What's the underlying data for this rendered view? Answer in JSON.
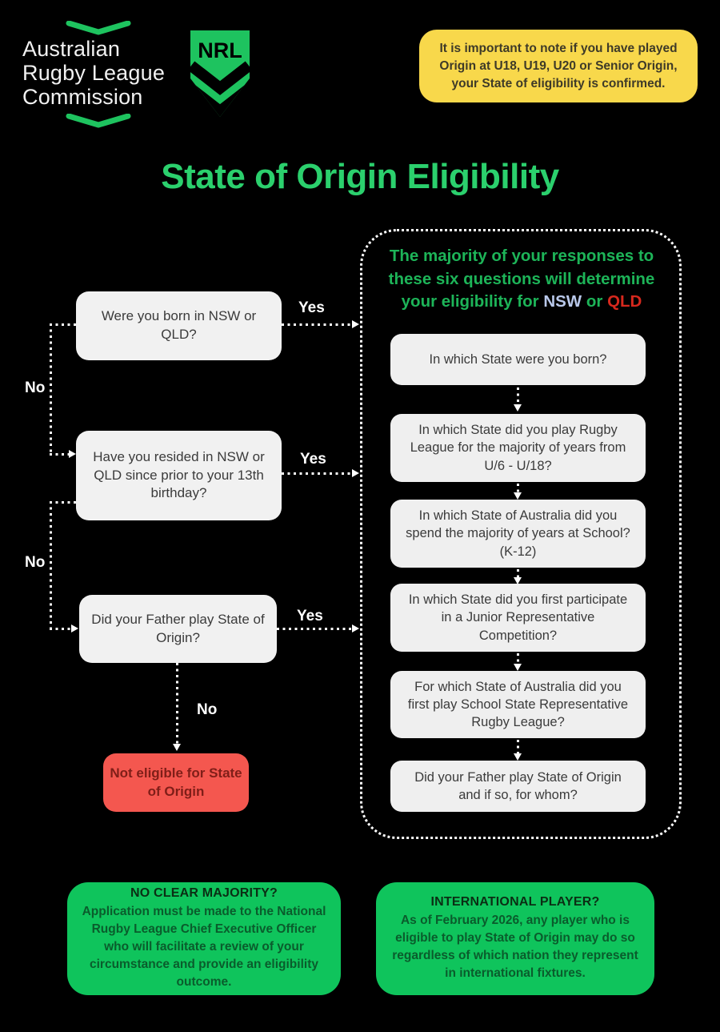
{
  "brand": {
    "org_lines": [
      "Australian",
      "Rugby League",
      "Commission"
    ],
    "nrl_logo_text": "NRL"
  },
  "note": {
    "text": "It is important to note if you have played Origin at U18, U19, U20 or Senior Origin, your State of eligibility is confirmed."
  },
  "title": "State of Origin Eligibility",
  "flow": {
    "yes_label": "Yes",
    "no_label": "No",
    "q1": "Were you born in NSW or QLD?",
    "q2": "Have you resided in NSW or QLD since prior to your 13th birthday?",
    "q3": "Did your Father play State of Origin?",
    "outcome_negative": "Not eligible for State of Origin"
  },
  "panel": {
    "intro": {
      "lead": "The majority of your responses to these six questions will determine your eligibility for ",
      "nsw": "NSW",
      "conjunction": " or ",
      "qld": "QLD"
    },
    "questions": [
      "In which State were you born?",
      "In which State did you play Rugby League for the majority of years from U/6 - U/18?",
      "In which State of Australia did you spend the majority of years at School? (K-12)",
      "In which State did you first participate in a Junior Representative Competition?",
      "For which State of Australia did you first play School State Representative Rugby League?",
      "Did your Father play State of Origin and if so, for whom?"
    ]
  },
  "footers": [
    {
      "heading": "NO CLEAR MAJORITY?",
      "body": "Application must be made to the National Rugby League Chief Executive Officer who will facilitate a review of your circumstance and provide an eligibility outcome."
    },
    {
      "heading": "INTERNATIONAL PLAYER?",
      "body": "As of February 2026, any player who is eligible to play State of Origin may do so regardless of which nation they represent in international fixtures."
    }
  ],
  "colors": {
    "background": "#000000",
    "nrl_green": "#1ec35f",
    "title_green": "#2bd06d",
    "panel_text_green": "#1db458",
    "nsw_blue": "#b9c8ea",
    "qld_red": "#d7281d",
    "note_yellow": "#f8d84b",
    "question_box_gray": "#efefef",
    "stop_red": "#f4574f",
    "footer_green": "#0fc45c",
    "connector_white": "#ffffff"
  }
}
